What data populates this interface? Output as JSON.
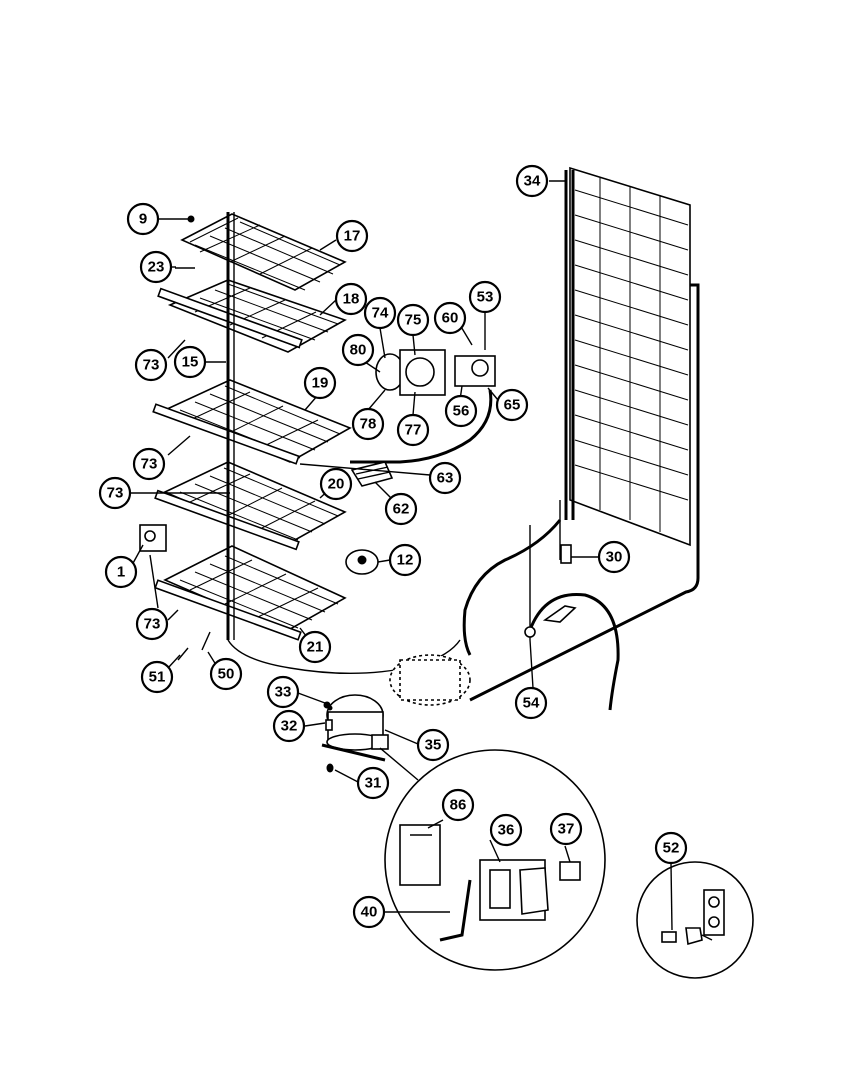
{
  "diagram": {
    "callouts": [
      {
        "id": "c9",
        "label": "9"
      },
      {
        "id": "c17",
        "label": "17"
      },
      {
        "id": "c23",
        "label": "23"
      },
      {
        "id": "c18",
        "label": "18"
      },
      {
        "id": "c73a",
        "label": "73"
      },
      {
        "id": "c15",
        "label": "15"
      },
      {
        "id": "c74",
        "label": "74"
      },
      {
        "id": "c75",
        "label": "75"
      },
      {
        "id": "c60",
        "label": "60"
      },
      {
        "id": "c53",
        "label": "53"
      },
      {
        "id": "c80",
        "label": "80"
      },
      {
        "id": "c65",
        "label": "65"
      },
      {
        "id": "c56",
        "label": "56"
      },
      {
        "id": "c78",
        "label": "78"
      },
      {
        "id": "c77",
        "label": "77"
      },
      {
        "id": "c19",
        "label": "19"
      },
      {
        "id": "c73b",
        "label": "73"
      },
      {
        "id": "c63",
        "label": "63"
      },
      {
        "id": "c62",
        "label": "62"
      },
      {
        "id": "c73c",
        "label": "73"
      },
      {
        "id": "c20",
        "label": "20"
      },
      {
        "id": "c1",
        "label": "1"
      },
      {
        "id": "c12",
        "label": "12"
      },
      {
        "id": "c73d",
        "label": "73"
      },
      {
        "id": "c21",
        "label": "21"
      },
      {
        "id": "c51",
        "label": "51"
      },
      {
        "id": "c50",
        "label": "50"
      },
      {
        "id": "c34",
        "label": "34"
      },
      {
        "id": "c30",
        "label": "30"
      },
      {
        "id": "c54",
        "label": "54"
      },
      {
        "id": "c33",
        "label": "33"
      },
      {
        "id": "c32",
        "label": "32"
      },
      {
        "id": "c35",
        "label": "35"
      },
      {
        "id": "c31",
        "label": "31"
      },
      {
        "id": "c86",
        "label": "86"
      },
      {
        "id": "c36",
        "label": "36"
      },
      {
        "id": "c37",
        "label": "37"
      },
      {
        "id": "c40",
        "label": "40"
      },
      {
        "id": "c52",
        "label": "52"
      }
    ]
  }
}
